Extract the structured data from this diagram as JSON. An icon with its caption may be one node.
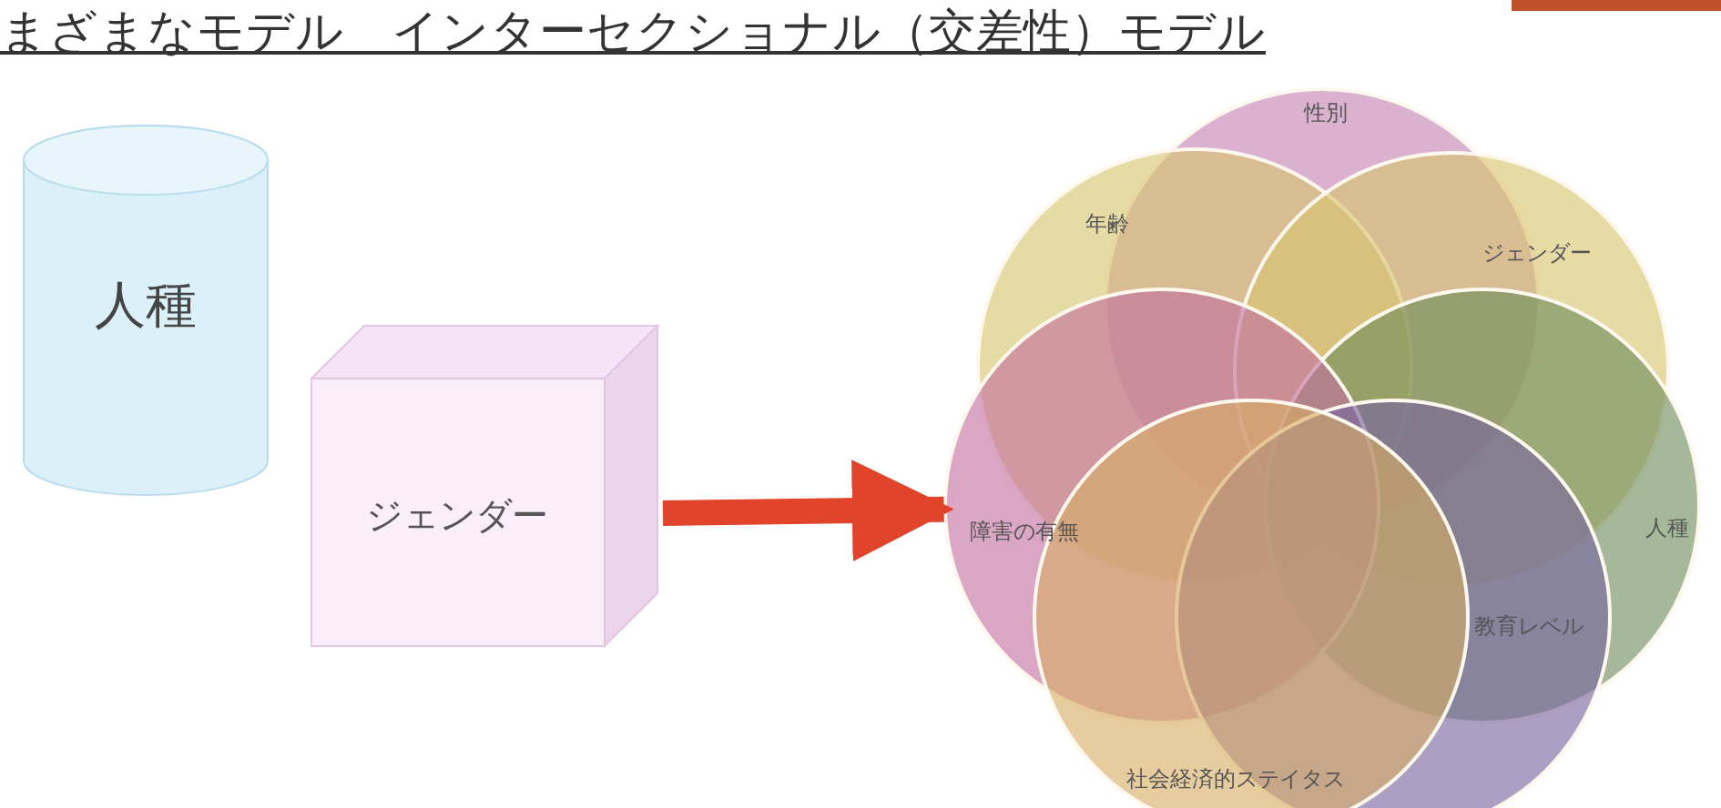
{
  "diagram": {
    "title": "まざまなモデル　インターセクショナル（交差性）モデル",
    "nodes": [
      {
        "text": [
          "人種"
        ]
      },
      {
        "text": [
          "ジェンダー"
        ]
      },
      {
        "text": [
          "性別"
        ]
      },
      {
        "text": [
          "年齢"
        ]
      },
      {
        "text": [
          "ジェンダー"
        ]
      },
      {
        "text": [
          "人種"
        ]
      },
      {
        "text": [
          "障害の有無"
        ]
      },
      {
        "text": [
          "教育レベル"
        ]
      },
      {
        "text": [
          "社会経済的ステイタス"
        ]
      }
    ],
    "edges": [
      {
        "from": 1,
        "to": 6,
        "arrow": "to",
        "color": "#e0452c"
      }
    ]
  }
}
